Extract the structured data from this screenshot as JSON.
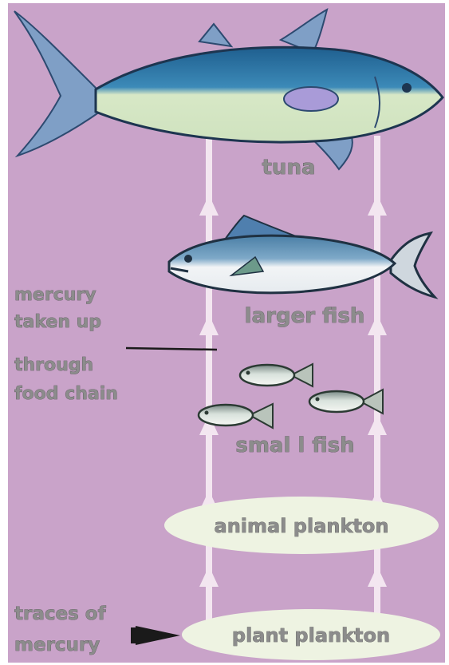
{
  "colors": {
    "background": "#c9a3c9",
    "arrow": "#f3e6f0",
    "oval": "#eef3e2",
    "label": "#8c8c8c",
    "tuna_back": "#2f76a4",
    "tuna_belly": "#d8e8c7"
  },
  "labels": {
    "tuna": "tuna",
    "larger_fish": "larger fish",
    "small_fish": "smal l fish",
    "animal_plankton": "animal plankton",
    "plant_plankton": "plant plankton",
    "mercury_taken_up": [
      "mercury",
      "taken up",
      "through",
      "food chain"
    ],
    "traces_of_mercury": [
      "traces of",
      "mercury"
    ]
  }
}
